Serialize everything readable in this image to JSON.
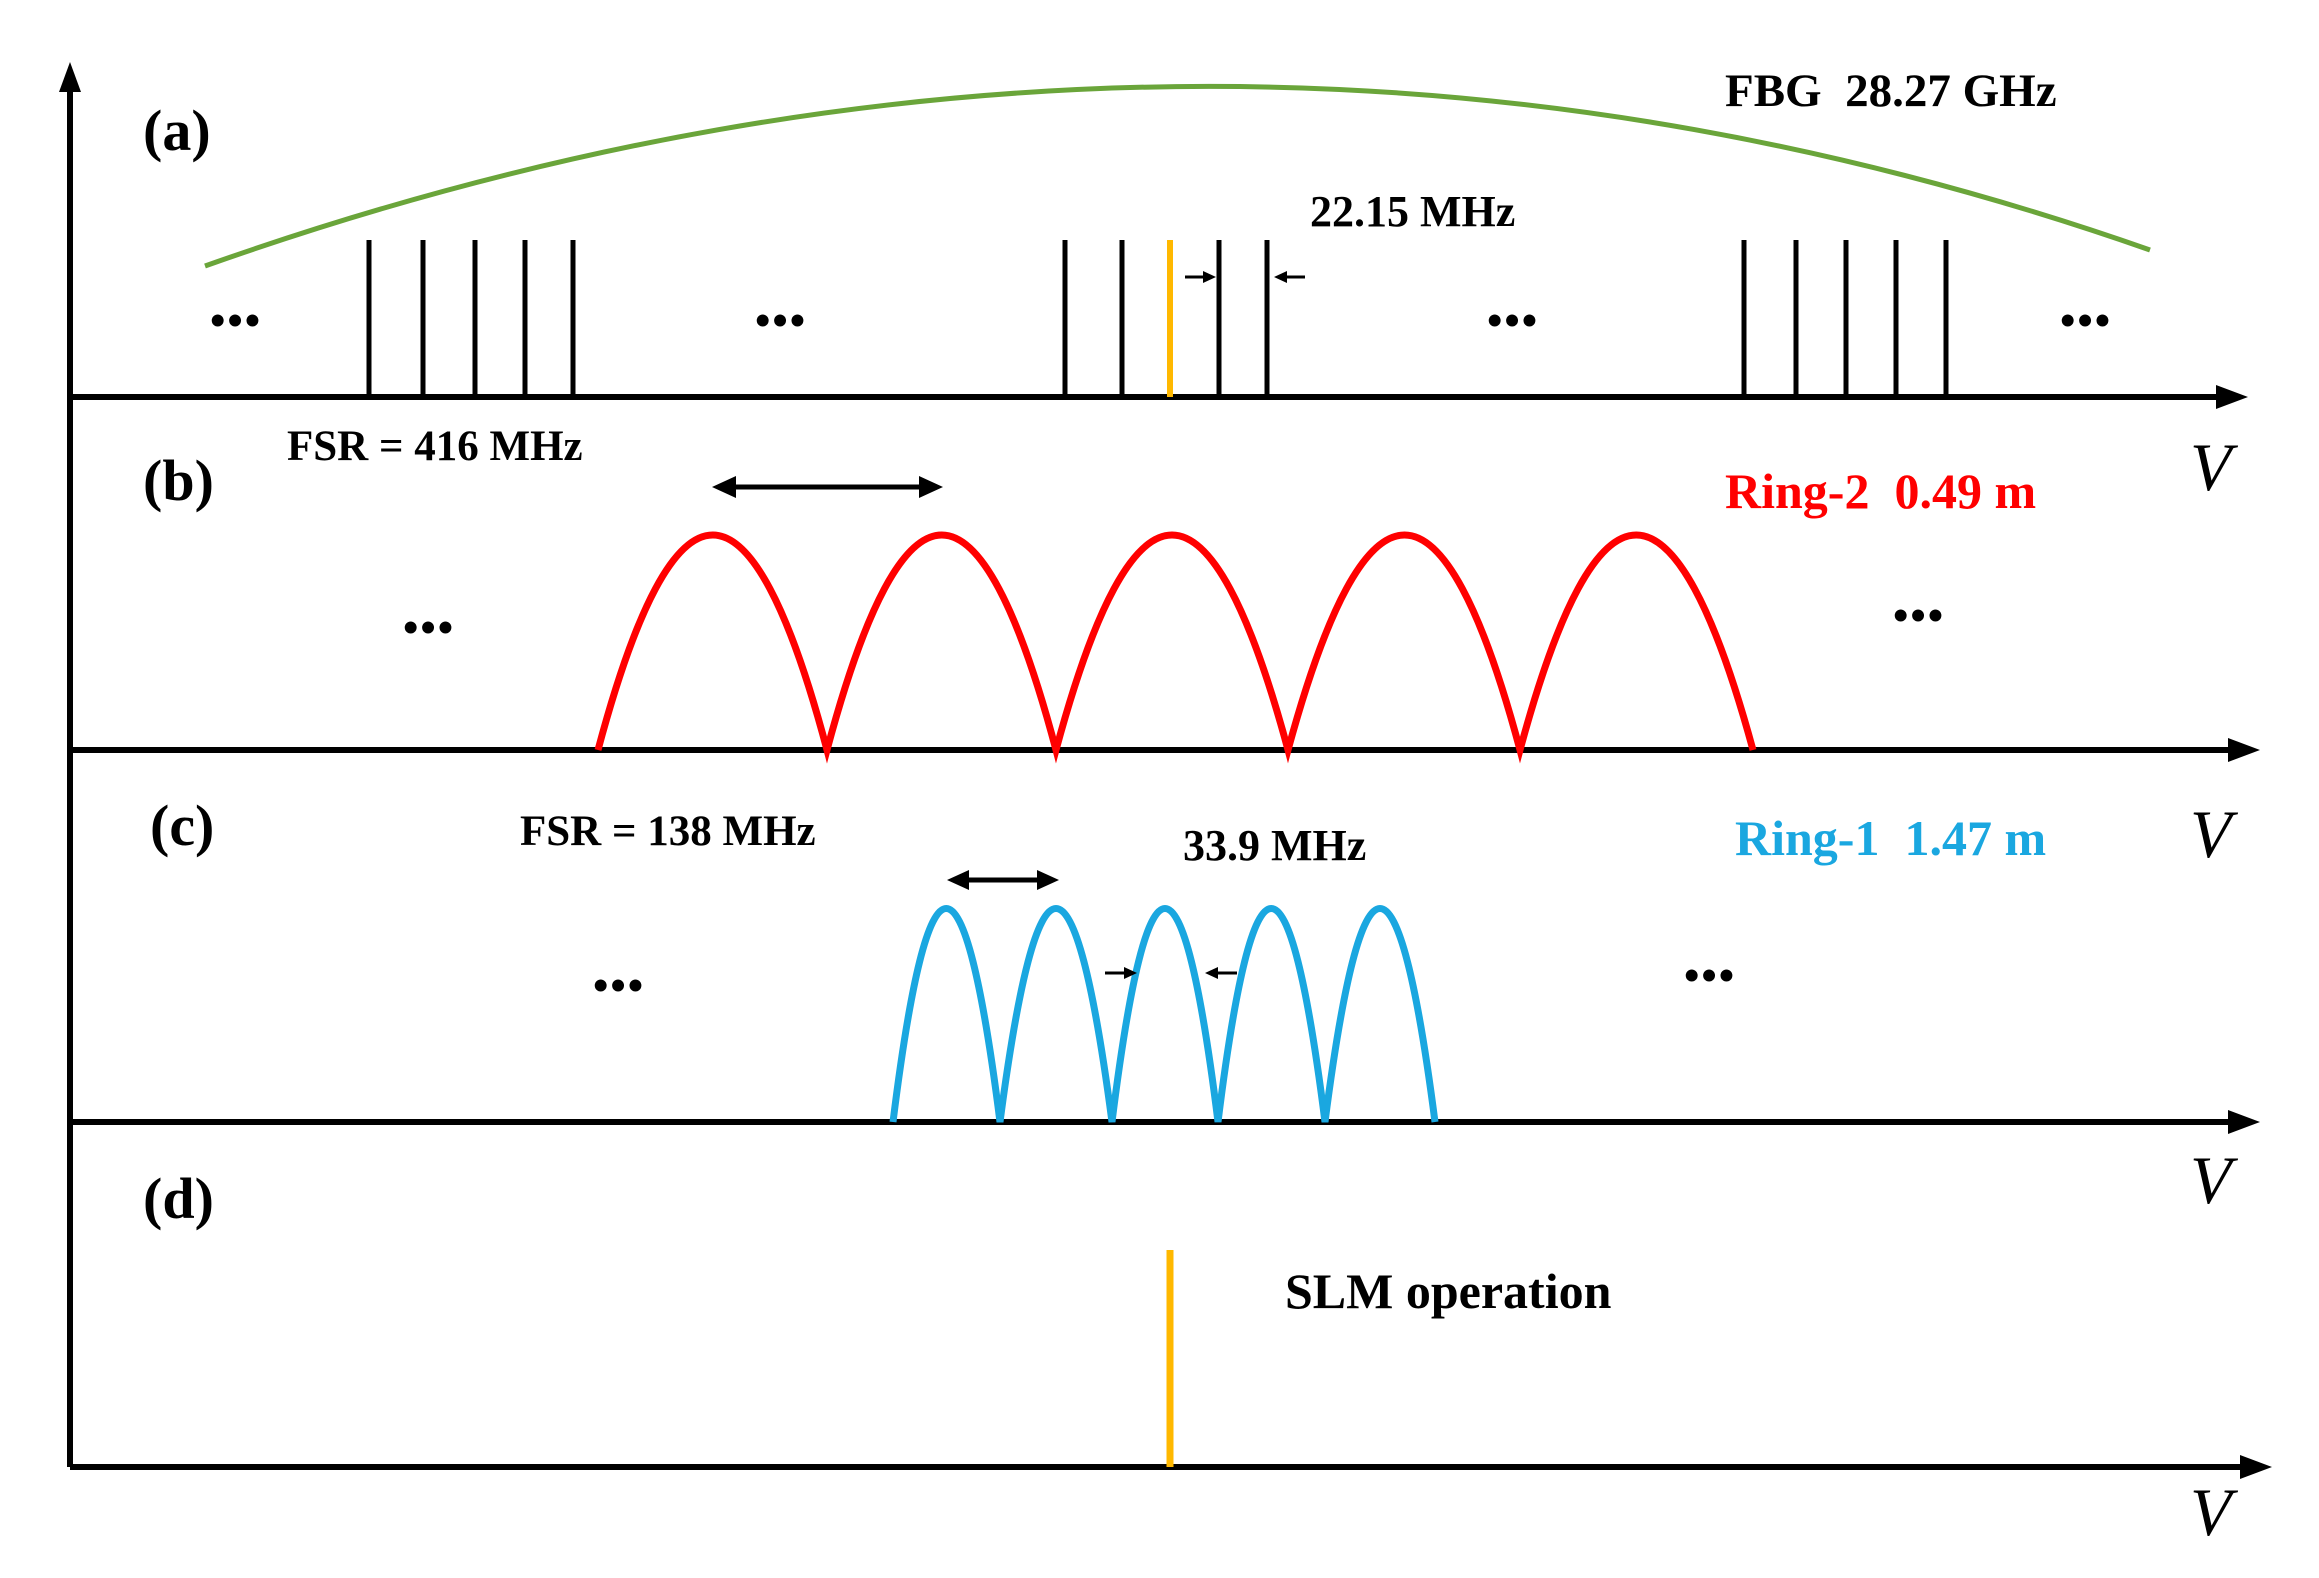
{
  "colors": {
    "axis": "#000000",
    "fbg_curve": "#6aa53a",
    "ring2": "#ff0000",
    "ring1": "#1aa7e0",
    "slm_line": "#ffb800",
    "text": "#000000"
  },
  "panels": {
    "a": {
      "label": "(a)",
      "fbg_label": "FBG  28.27 GHz",
      "spacing_label": "22.15 MHz",
      "ellipsis": "•••",
      "icon": "longitudinal-mode-comb"
    },
    "b": {
      "label": "(b)",
      "fsr_label": "FSR = 416 MHz",
      "ring_label": "Ring-2  0.49 m",
      "ellipsis": "•••",
      "axis_label": "V"
    },
    "c": {
      "label": "(c)",
      "fsr_label": "FSR = 138 MHz",
      "bandwidth_label": "33.9 MHz",
      "ring_label": "Ring-1  1.47 m",
      "ellipsis": "•••",
      "axis_label": "V"
    },
    "d": {
      "label": "(d)",
      "slm_label": "SLM operation",
      "axis_label": "V",
      "bottom_axis_label": "V"
    }
  }
}
